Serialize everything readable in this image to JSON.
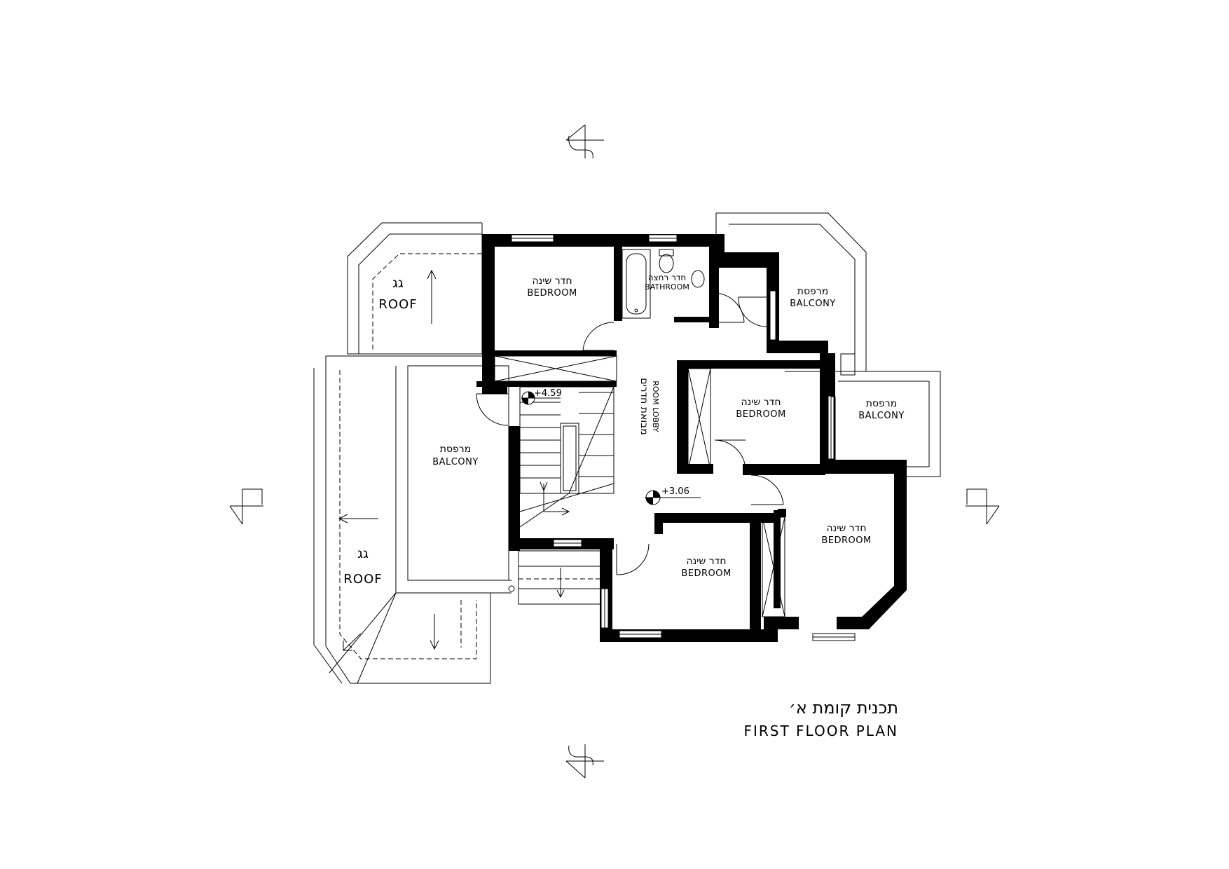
{
  "drawing": {
    "title_he": "תכנית קומת א׳",
    "title_en": "FIRST FLOOR PLAN"
  },
  "rooms": [
    {
      "id": "bedroom-nw",
      "he": "חדר שינה",
      "en": "BEDROOM"
    },
    {
      "id": "bathroom",
      "he": "חדר רחצה",
      "en": "BATHROOM"
    },
    {
      "id": "balcony-ne",
      "he": "מרפסת",
      "en": "BALCONY"
    },
    {
      "id": "bedroom-e",
      "he": "חדר שינה",
      "en": "BEDROOM"
    },
    {
      "id": "balcony-e",
      "he": "מרפסת",
      "en": "BALCONY"
    },
    {
      "id": "balcony-w",
      "he": "מרפסת",
      "en": "BALCONY"
    },
    {
      "id": "bedroom-se",
      "he": "חדר שינה",
      "en": "BEDROOM"
    },
    {
      "id": "bedroom-s",
      "he": "חדר שינה",
      "en": "BEDROOM"
    },
    {
      "id": "roof-nw",
      "he": "גג",
      "en": "ROOF"
    },
    {
      "id": "roof-w",
      "he": "גג",
      "en": "ROOF"
    }
  ],
  "lobby": {
    "he": "מבואת חדרים",
    "en": "ROOM LOBBY"
  },
  "levels": {
    "stair": "+4.59",
    "lobby": "+3.06"
  }
}
